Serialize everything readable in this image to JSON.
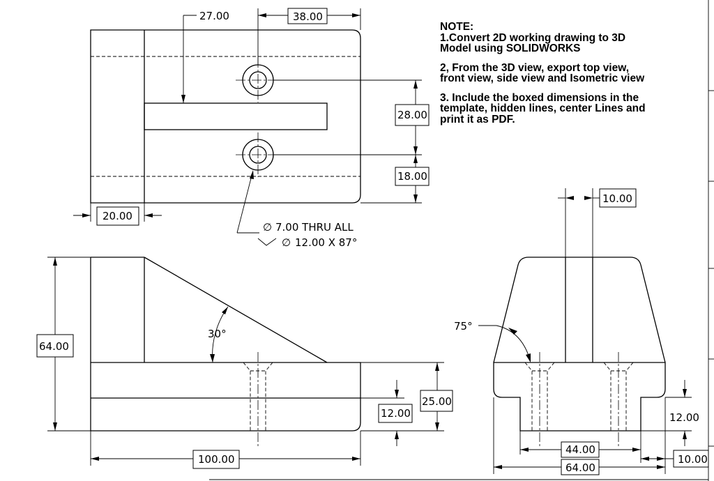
{
  "note": {
    "heading": "NOTE:",
    "item1": "1.Convert 2D working drawing to 3D\nModel using SOLIDWORKS",
    "item2": "2, From the 3D view, export top view,\nfront view, side view and Isometric view",
    "item3": "3. Include the boxed dimensions in the\ntemplate, hidden lines, center Lines and\nprint it as PDF."
  },
  "dims": {
    "top_27": "27.00",
    "top_38": "38.00",
    "top_28": "28.00",
    "top_18": "18.00",
    "top_20": "20.00",
    "hole_thru": "7.00 THRU ALL",
    "hole_csk": "12.00 X 87°",
    "diameter_symbol": "∅",
    "front_64": "64.00",
    "front_30": "30°",
    "front_25": "25.00",
    "front_12": "12.00",
    "front_100": "100.00",
    "side_10_top": "10.00",
    "side_75": "75°",
    "side_12": "12.00",
    "side_44": "44.00",
    "side_64": "64.00",
    "side_10_bottom": "10.00"
  }
}
